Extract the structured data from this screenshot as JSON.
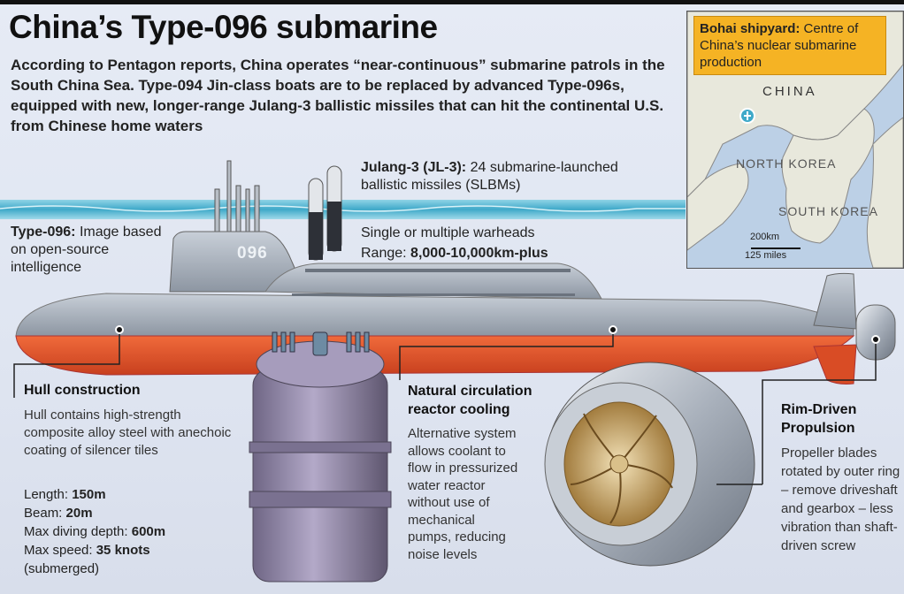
{
  "title": "China’s Type-096 submarine",
  "intro": "According to Pentagon reports, China operates “near-continuous” submarine patrols in the South China Sea. Type-094 Jin-class boats are to be replaced by advanced Type-096s, equipped with new, longer-range Julang-3 ballistic missiles that can hit the continental U.S. from Chinese home waters",
  "hull_number": "096",
  "type_label": {
    "name": "Type-096:",
    "desc": "Image based on open-source intelligence"
  },
  "missile": {
    "name": "Julang-3 (JL-3):",
    "desc": "24 submarine-launched ballistic missiles (SLBMs)",
    "warheads": "Single or multiple warheads",
    "range_label": "Range:",
    "range_value": "8,000-10,000km-plus"
  },
  "hull": {
    "heading": "Hull construction",
    "desc": "Hull contains high-strength composite alloy steel with anechoic coating of silencer tiles",
    "specs": [
      {
        "label": "Length:",
        "value": "150m",
        "note": ""
      },
      {
        "label": "Beam:",
        "value": "20m",
        "note": ""
      },
      {
        "label": "Max diving depth:",
        "value": "600m",
        "note": ""
      },
      {
        "label": "Max speed:",
        "value": "35 knots",
        "note": "(submerged)"
      }
    ]
  },
  "reactor": {
    "heading_line1": "Natural circulation",
    "heading_line2": "reactor cooling",
    "desc": "Alternative system allows coolant to flow in pressurized water reactor without use of mechanical pumps, reducing noise levels"
  },
  "propulsion": {
    "heading_line1": "Rim-Driven",
    "heading_line2": "Propulsion",
    "desc": "Propeller blades rotated by outer ring – remove driveshaft and gearbox – less vibration than shaft-driven screw"
  },
  "map": {
    "callout_bold": "Bohai shipyard:",
    "callout_text": "Centre of China’s nuclear submarine production",
    "china": "CHINA",
    "north_korea": "NORTH KOREA",
    "south_korea": "SOUTH KOREA",
    "scale_km": "200km",
    "scale_miles": "125 miles"
  },
  "colors": {
    "hull_red": "#e8522a",
    "hull_grey": "#9aa3ae",
    "sea": "#4fb3cf",
    "callout": "#f5b324",
    "reactor": "#8f85a6"
  }
}
